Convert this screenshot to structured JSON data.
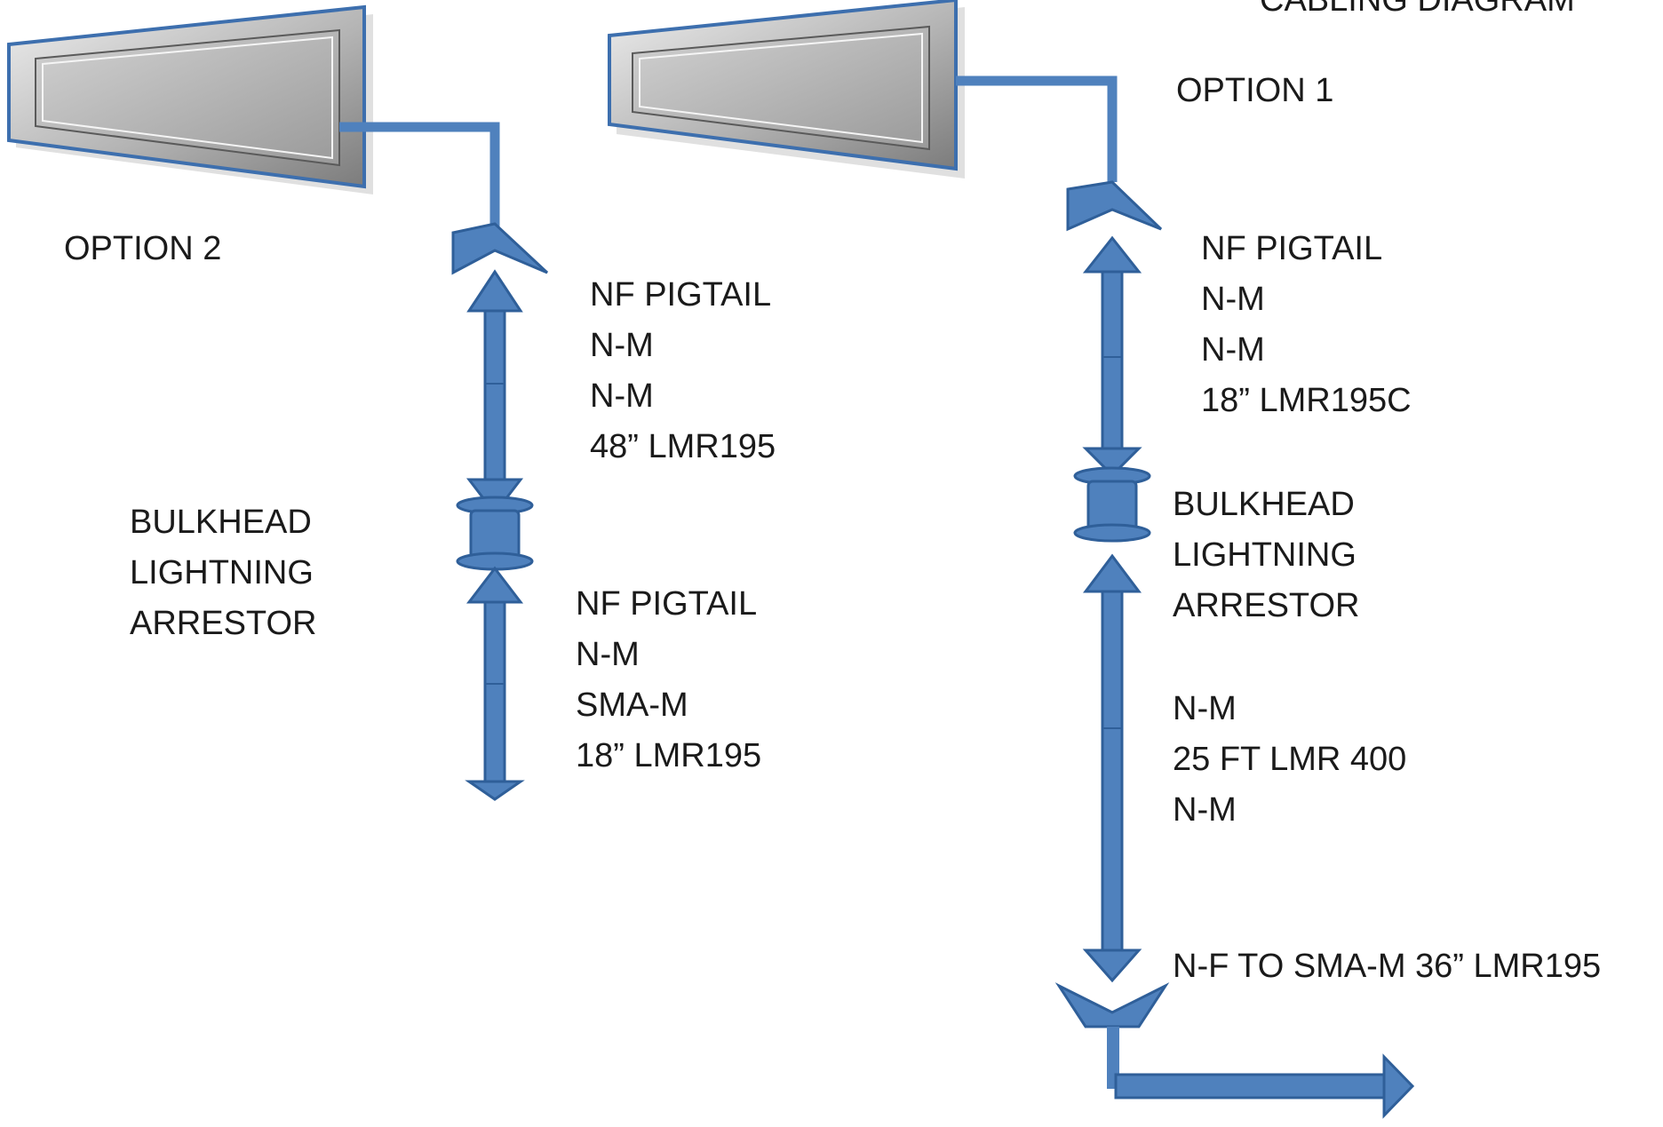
{
  "title": "CABLING DIAGRAM",
  "colors": {
    "cable": "#4f81bd",
    "cable_dark": "#2f5f99",
    "antenna_outline": "#3d6fae",
    "antenna_fill_light": "#e6e6e6",
    "antenna_fill_dark": "#8a8a8a",
    "text": "#1a1a1a"
  },
  "option1": {
    "label": "OPTION 1",
    "upper_cable": [
      "NF PIGTAIL",
      "N-M",
      "N-M",
      "18” LMR195C"
    ],
    "bulkhead": [
      "BULKHEAD",
      "LIGHTNING",
      "ARRESTOR"
    ],
    "lower_cable": [
      "N-M",
      "25 FT  LMR 400",
      "N-M"
    ],
    "final_cable": "N-F TO SMA-M  36” LMR195"
  },
  "option2": {
    "label": "OPTION 2",
    "upper_cable": [
      "NF PIGTAIL",
      "N-M",
      "N-M",
      "48” LMR195"
    ],
    "bulkhead": [
      "BULKHEAD",
      "LIGHTNING",
      "ARRESTOR"
    ],
    "lower_cable": [
      "NF PIGTAIL",
      "N-M",
      "SMA-M",
      "18” LMR195"
    ]
  }
}
